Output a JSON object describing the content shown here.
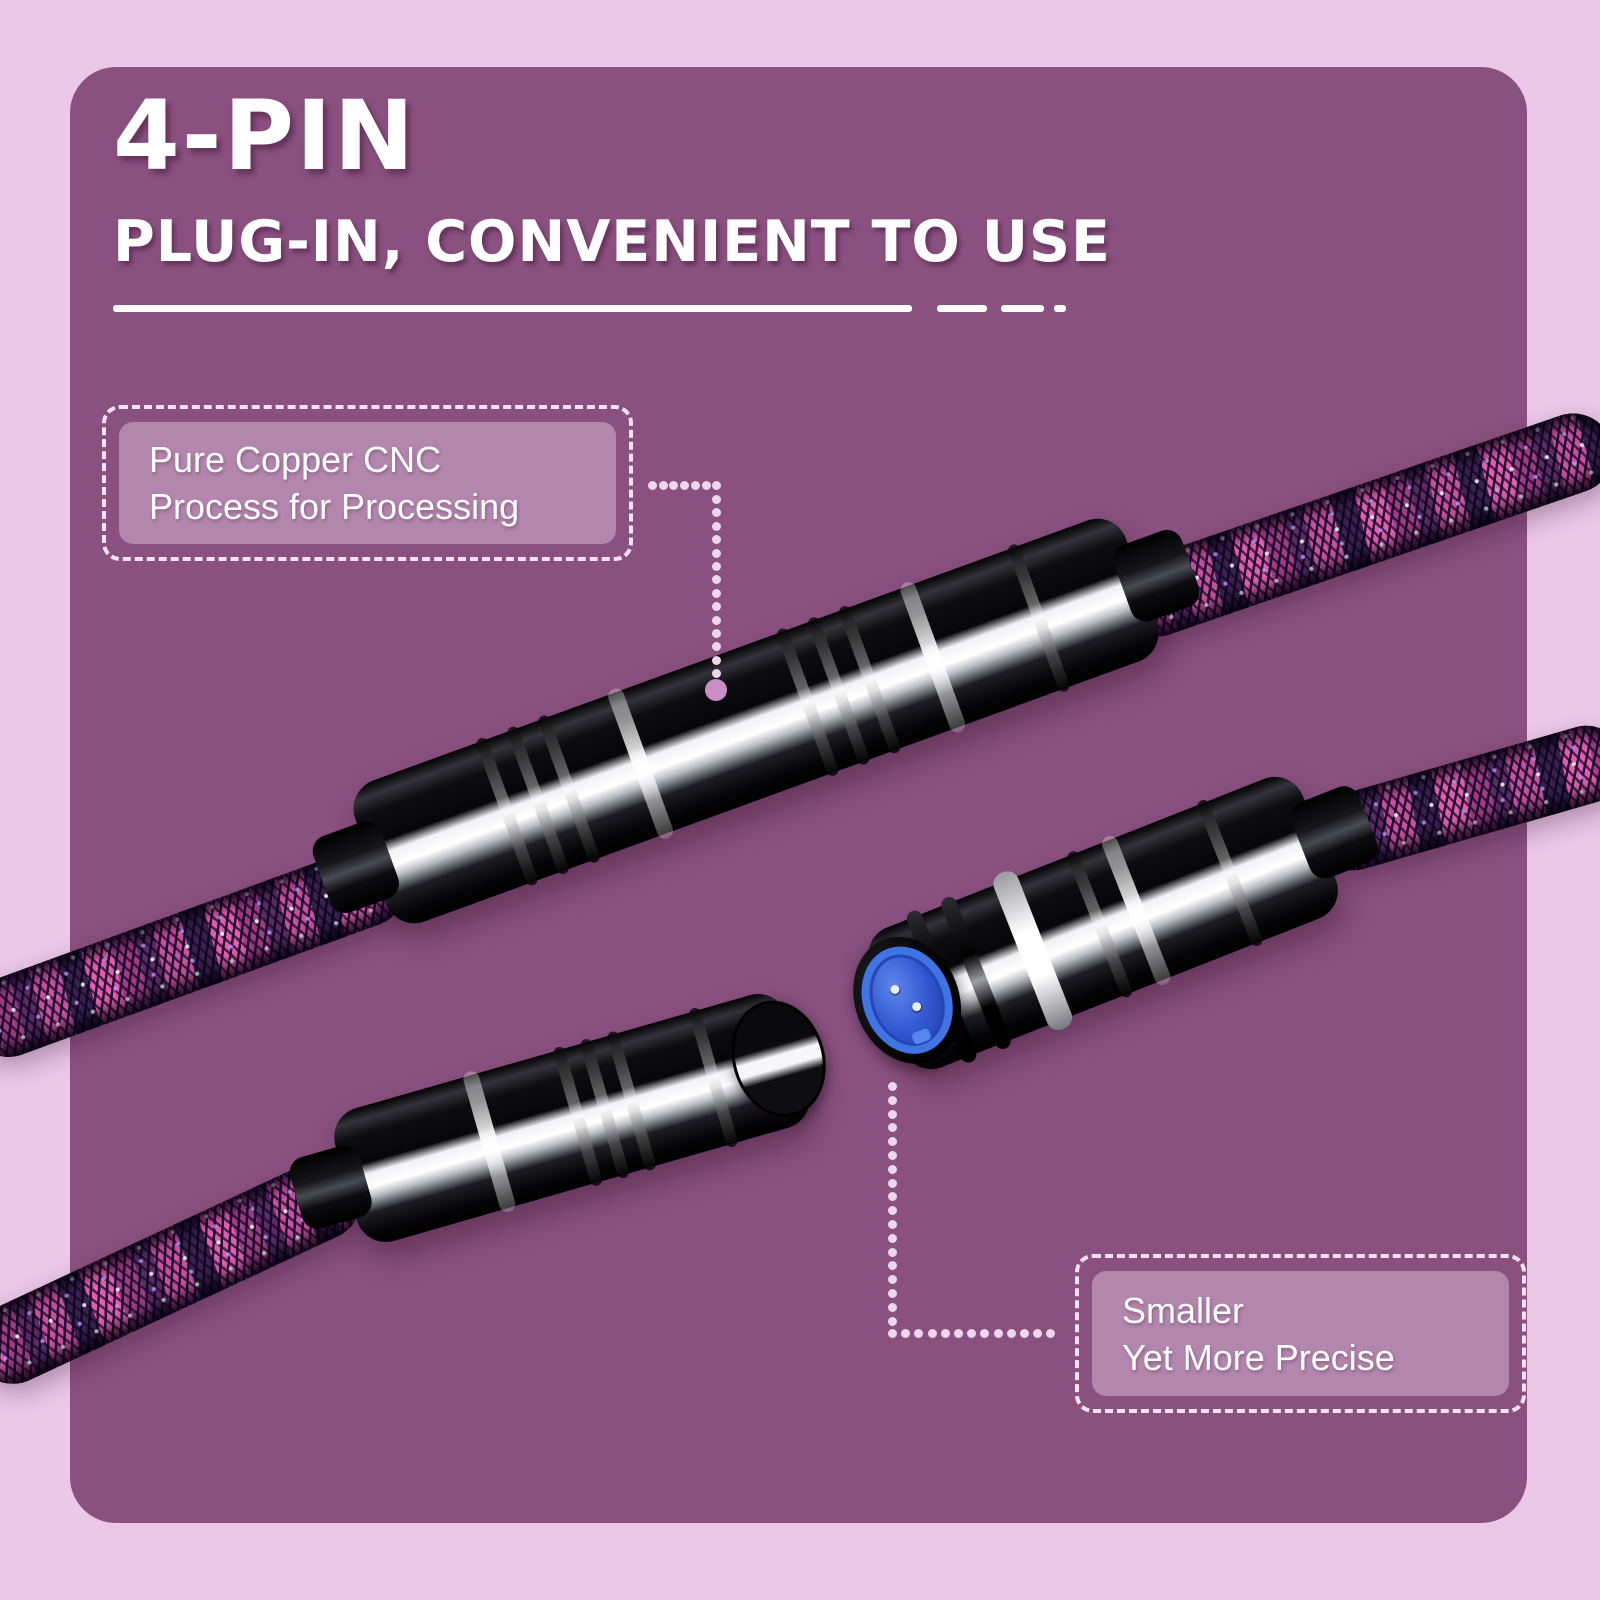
{
  "header": {
    "title": "4-PIN",
    "subtitle": "PLUG-IN, CONVENIENT TO USE"
  },
  "callouts": [
    {
      "id": "pure-copper-cnc",
      "line1": "Pure Copper CNC",
      "line2": "Process for Processing"
    },
    {
      "id": "smaller-precise",
      "line1": "Smaller",
      "line2": "Yet More Precise"
    }
  ],
  "photo": {
    "subject": "4-pin aviator cable connectors",
    "parts": [
      "joined-connector",
      "male-plug-connector",
      "female-socket-connector",
      "purple-braided-cable",
      "blue-4pin-socket-face"
    ]
  },
  "colors": {
    "outer_background": "#ebc7e8",
    "card_background": "#8a5080",
    "callout_fill": "#b286ad",
    "dashed_border": "#f3e2f1",
    "leader_dot": "#eed7ec",
    "leader_end_dot": "#c98fc5",
    "cable_magenta": "#c94fa4",
    "connector_black": "#0a0a0c",
    "socket_blue": "#3f74e4",
    "text": "#ffffff"
  }
}
